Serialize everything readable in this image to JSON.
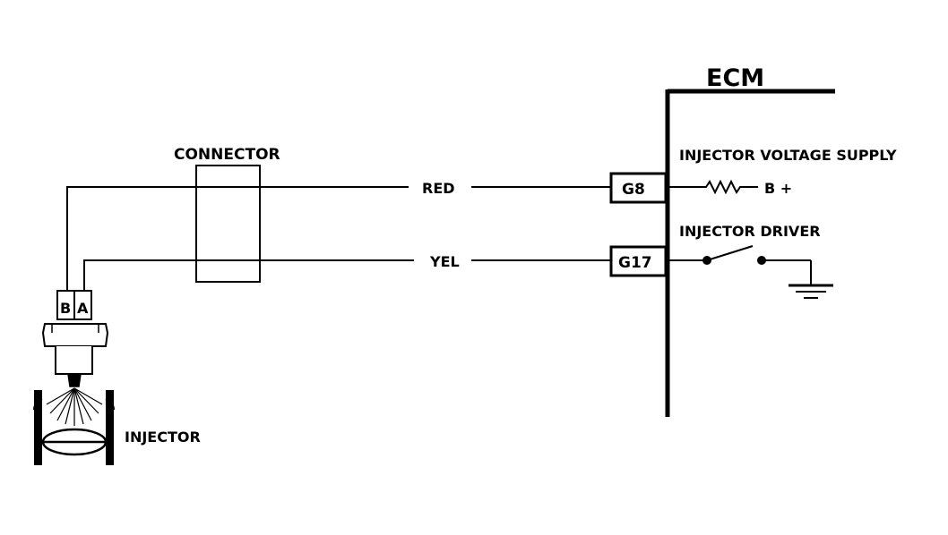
{
  "ecm": {
    "title": "ECM"
  },
  "connector": {
    "label": "CONNECTOR"
  },
  "wires": [
    {
      "color_label": "RED",
      "terminal": "G8"
    },
    {
      "color_label": "YEL",
      "terminal": "G17"
    }
  ],
  "supply": {
    "label": "INJECTOR VOLTAGE SUPPLY",
    "b_plus": "B +"
  },
  "driver": {
    "label": "INJECTOR DRIVER"
  },
  "injector": {
    "label": "INJECTOR",
    "pin_b": "B",
    "pin_a": "A"
  }
}
